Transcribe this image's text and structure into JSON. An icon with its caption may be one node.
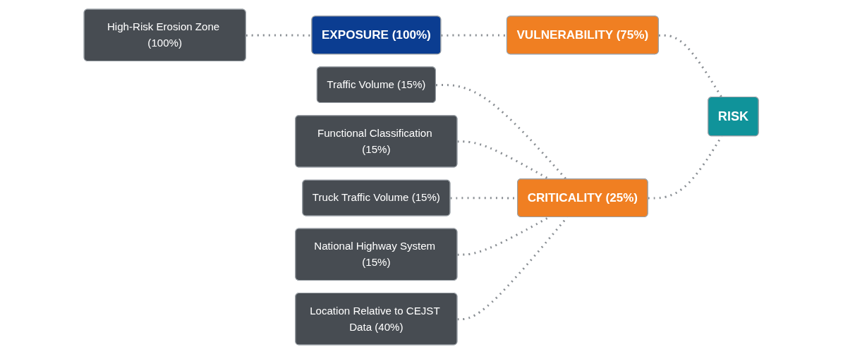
{
  "diagram": {
    "nodes": [
      {
        "text": [
          "High-Risk Erosion Zone (100%)"
        ]
      },
      {
        "text": [
          "EXPOSURE (100%)"
        ]
      },
      {
        "text": [
          "VULNERABILITY (75%)"
        ]
      },
      {
        "text": [
          "RISK"
        ]
      },
      {
        "text": [
          "Traffic Volume (15%)"
        ]
      },
      {
        "text": [
          "Functional Classification (15%)"
        ]
      },
      {
        "text": [
          "Truck Traffic Volume (15%)"
        ]
      },
      {
        "text": [
          "National Highway System (15%)"
        ]
      },
      {
        "text": [
          "Location Relative to CEJST Data (40%)"
        ]
      },
      {
        "text": [
          "CRITICALITY (25%)"
        ]
      }
    ],
    "edges": [
      {
        "from": 0,
        "to": 1,
        "arrow": "none",
        "style": "dashed"
      },
      {
        "from": 1,
        "to": 2,
        "arrow": "none",
        "style": "dashed"
      },
      {
        "from": 2,
        "to": 3,
        "arrow": "none",
        "style": "dashed"
      },
      {
        "from": 4,
        "to": 9,
        "arrow": "none",
        "style": "dashed"
      },
      {
        "from": 5,
        "to": 9,
        "arrow": "none",
        "style": "dashed"
      },
      {
        "from": 6,
        "to": 9,
        "arrow": "none",
        "style": "dashed"
      },
      {
        "from": 7,
        "to": 9,
        "arrow": "none",
        "style": "dashed"
      },
      {
        "from": 8,
        "to": 9,
        "arrow": "none",
        "style": "dashed"
      },
      {
        "from": 9,
        "to": 3,
        "arrow": "none",
        "style": "dashed"
      }
    ]
  }
}
